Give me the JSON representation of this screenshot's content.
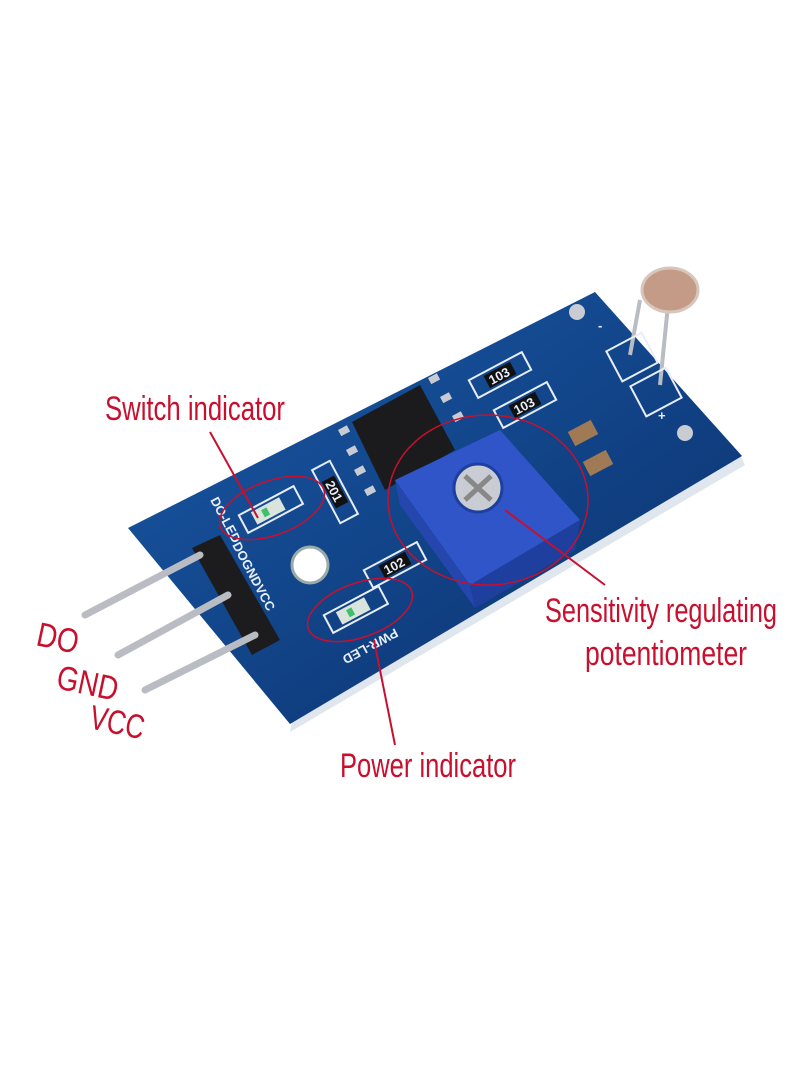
{
  "annotations": {
    "switch_indicator": "Switch indicator",
    "power_indicator": "Power indicator",
    "potentiometer_line1": "Sensitivity regulating",
    "potentiometer_line2": "potentiometer",
    "pin_do": "DO",
    "pin_gnd": "GND",
    "pin_vcc": "VCC"
  },
  "silkscreen": {
    "do_led": "DO-LED",
    "pwr_led": "PWR-LED",
    "header": "DOGNDVCC",
    "r1": "103",
    "r2": "103",
    "r3": "201",
    "r4": "102",
    "minus": "-",
    "plus": "+"
  },
  "colors": {
    "annotation": "#c8102e",
    "pcb": "#0d3f85",
    "potentiometer": "#2f55c8"
  }
}
